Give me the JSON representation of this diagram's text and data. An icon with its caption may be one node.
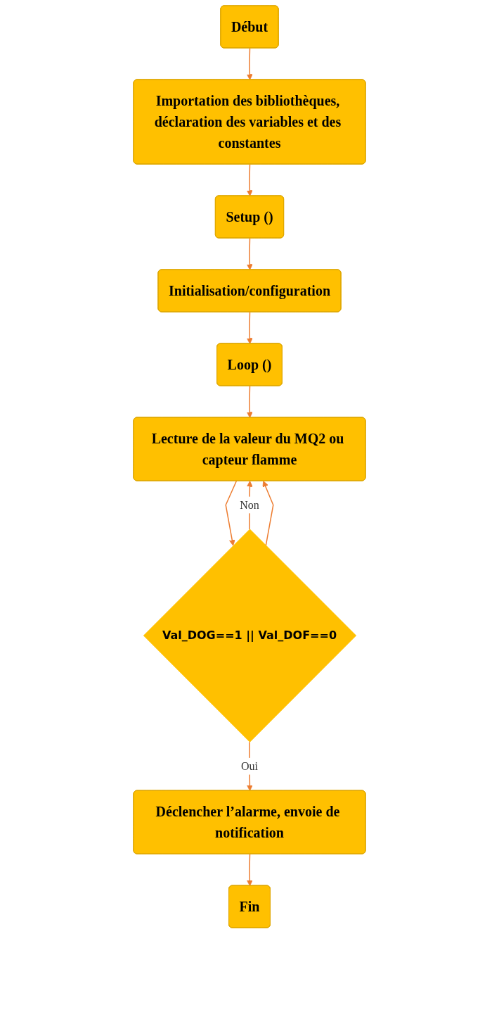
{
  "diagram": {
    "nodes": [
      {
        "text": [
          "Début"
        ]
      },
      {
        "text": [
          "Importation des bibliothèques, déclaration des variables et des constantes"
        ]
      },
      {
        "text": [
          "Setup ()"
        ]
      },
      {
        "text": [
          "Initialisation/configuration"
        ]
      },
      {
        "text": [
          "Loop ()"
        ]
      },
      {
        "text": [
          "Lecture de la valeur du MQ2 ou capteur flamme"
        ]
      },
      {
        "text": [
          "Val_DOG==1 || Val_DOF==0"
        ]
      },
      {
        "text": [
          "Déclencher l’alarme, envoie de notification"
        ]
      },
      {
        "text": [
          "Fin"
        ]
      }
    ],
    "edges": [
      {
        "from": 0,
        "to": 1,
        "arrow": "to"
      },
      {
        "from": 1,
        "to": 2,
        "arrow": "to"
      },
      {
        "from": 2,
        "to": 3,
        "arrow": "to"
      },
      {
        "from": 3,
        "to": 4,
        "arrow": "to"
      },
      {
        "from": 4,
        "to": 5,
        "arrow": "to"
      },
      {
        "from": 5,
        "to": 6,
        "arrow": "to"
      },
      {
        "from": 6,
        "to": 5,
        "label": "Non",
        "arrow": "to"
      },
      {
        "from": 6,
        "to": 7,
        "label": "Oui",
        "arrow": "to"
      },
      {
        "from": 6,
        "to": 5,
        "arrow": "to"
      },
      {
        "from": 7,
        "to": 8,
        "arrow": "to"
      }
    ]
  }
}
